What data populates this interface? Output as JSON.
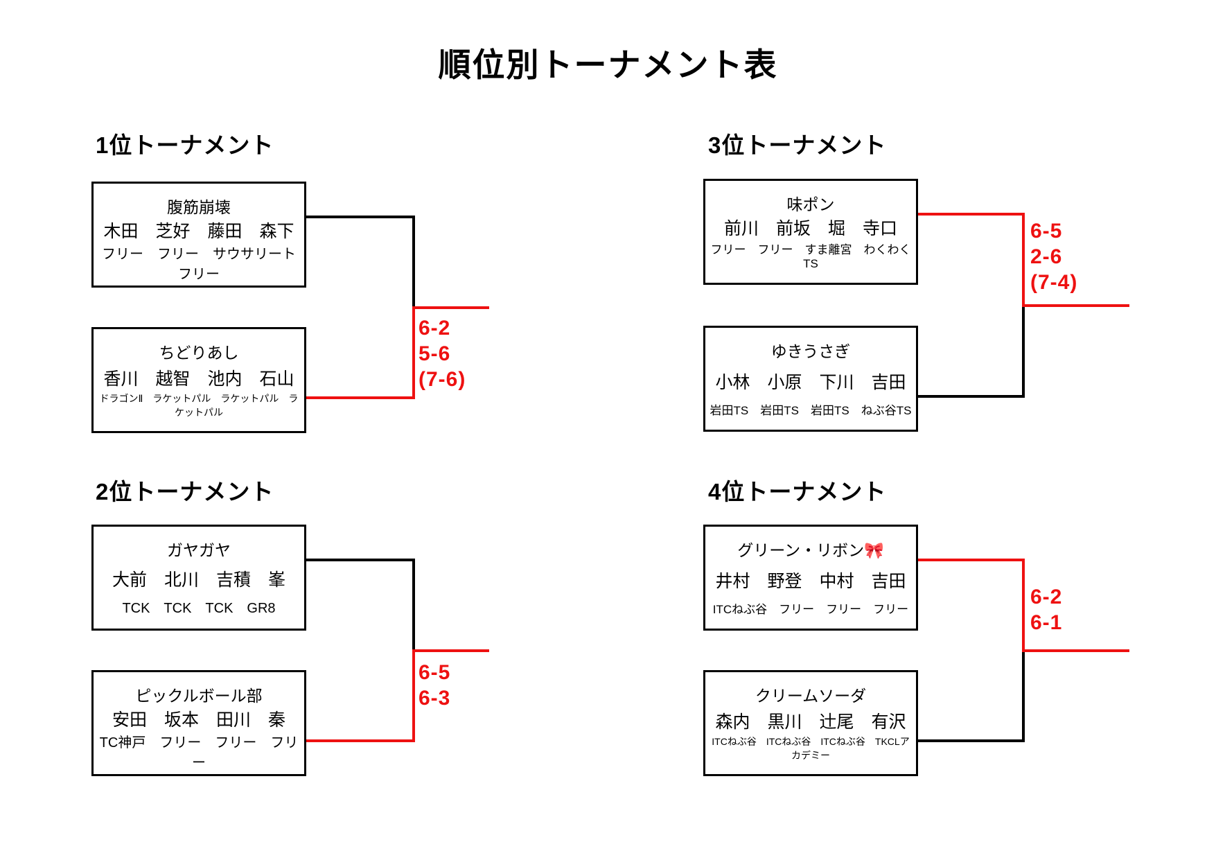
{
  "page": {
    "title": "順位別トーナメント表",
    "background": "#ffffff"
  },
  "colors": {
    "line_black": "#000000",
    "winner_red": "#ee1111",
    "score_red": "#ee1111"
  },
  "brackets": [
    {
      "heading": "1位トーナメント",
      "winner_side": "bottom",
      "teams": [
        {
          "name": "腹筋崩壊",
          "players": "木田　芝好　藤田　森下",
          "clubs": "フリー　フリー　サウサリート　フリー"
        },
        {
          "name": "ちどりあし",
          "players": "香川　越智　池内　石山",
          "clubs": "ドラゴンⅡ　ラケットパル　ラケットパル　ラケットパル"
        }
      ],
      "scores": [
        "6-2",
        "5-6",
        "(7-6)"
      ]
    },
    {
      "heading": "2位トーナメント",
      "winner_side": "bottom",
      "teams": [
        {
          "name": "ガヤガヤ",
          "players": "大前　北川　吉積　峯",
          "clubs": "TCK　TCK　TCK　GR8"
        },
        {
          "name": "ピックルボール部",
          "players": "安田　坂本　田川　秦",
          "clubs": "TC神戸　フリー　フリー　フリー"
        }
      ],
      "scores": [
        "6-5",
        "6-3"
      ]
    },
    {
      "heading": "3位トーナメント",
      "winner_side": "top",
      "teams": [
        {
          "name": "味ポン",
          "players": "前川　前坂　堀　寺口",
          "clubs": "フリー　フリー　すま離宮　わくわくTS"
        },
        {
          "name": "ゆきうさぎ",
          "players": "小林　小原　下川　吉田",
          "clubs": "岩田TS　岩田TS　岩田TS　ねぶ谷TS"
        }
      ],
      "scores": [
        "6-5",
        "2-6",
        "(7-4)"
      ]
    },
    {
      "heading": "4位トーナメント",
      "winner_side": "top",
      "teams": [
        {
          "name": "グリーン・リボン",
          "icon": "🎀",
          "players": "井村　野登　中村　吉田",
          "clubs": "ITCねぶ谷　フリー　フリー　フリー"
        },
        {
          "name": "クリームソーダ",
          "players": "森内　黒川　辻尾　有沢",
          "clubs": "ITCねぶ谷　ITCねぶ谷　ITCねぶ谷　TKCLアカデミー"
        }
      ],
      "scores": [
        "6-2",
        "6-1"
      ]
    }
  ]
}
